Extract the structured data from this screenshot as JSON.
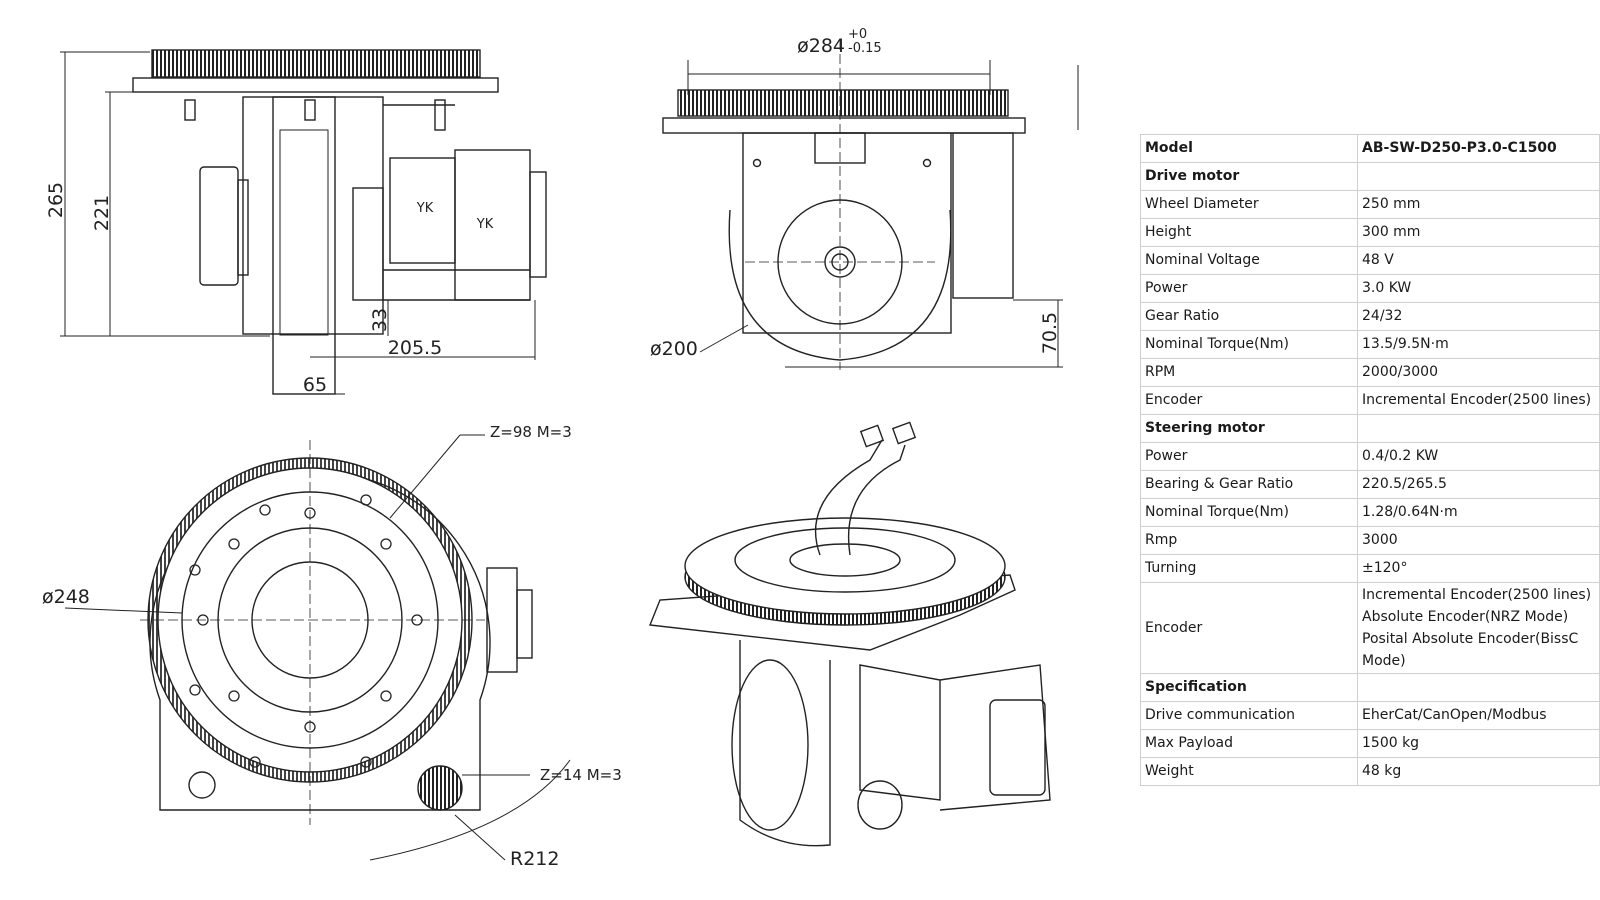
{
  "dimensions": {
    "d265": "265",
    "d221": "221",
    "d33": "33",
    "d205_5": "205.5",
    "d65": "65",
    "yk1": "YK",
    "yk2": "YK",
    "d284": "ø284",
    "d284_tol_up": "+0",
    "d284_tol_down": "-0.15",
    "d200": "ø200",
    "d70_5": "70.5",
    "z98": "Z=98 M=3",
    "z14": "Z=14 M=3",
    "d248": "ø248",
    "r212": "R212"
  },
  "table": {
    "model_label": "Model",
    "model_value": "AB-SW-D250-P3.0-C1500",
    "drive_header": "Drive motor",
    "drive_rows": [
      {
        "k": "Wheel Diameter",
        "v": "250 mm"
      },
      {
        "k": "Height",
        "v": "300 mm"
      },
      {
        "k": "Nominal Voltage",
        "v": "48 V"
      },
      {
        "k": "Power",
        "v": "3.0 KW"
      },
      {
        "k": "Gear Ratio",
        "v": "24/32"
      },
      {
        "k": "Nominal Torque(Nm)",
        "v": "13.5/9.5N·m"
      },
      {
        "k": "RPM",
        "v": "2000/3000"
      },
      {
        "k": "Encoder",
        "v": "Incremental Encoder(2500 lines)"
      }
    ],
    "steer_header": "Steering motor",
    "steer_rows": [
      {
        "k": "Power",
        "v": "0.4/0.2 KW"
      },
      {
        "k": "Bearing & Gear Ratio",
        "v": "220.5/265.5"
      },
      {
        "k": "Nominal Torque(Nm)",
        "v": "1.28/0.64N·m"
      },
      {
        "k": "Rmp",
        "v": "3000"
      },
      {
        "k": "Turning",
        "v": "±120°"
      }
    ],
    "steer_encoder_label": "Encoder",
    "steer_encoder_lines": [
      "Incremental Encoder(2500 lines)",
      "Absolute Encoder(NRZ Mode)",
      "Posital Absolute Encoder(BissC",
      "Mode)"
    ],
    "spec_header": "Specification",
    "spec_rows": [
      {
        "k": "Drive communication",
        "v": "EherCat/CanOpen/Modbus"
      },
      {
        "k": "Max Payload",
        "v": "1500 kg"
      },
      {
        "k": "Weight",
        "v": "48 kg"
      }
    ]
  }
}
